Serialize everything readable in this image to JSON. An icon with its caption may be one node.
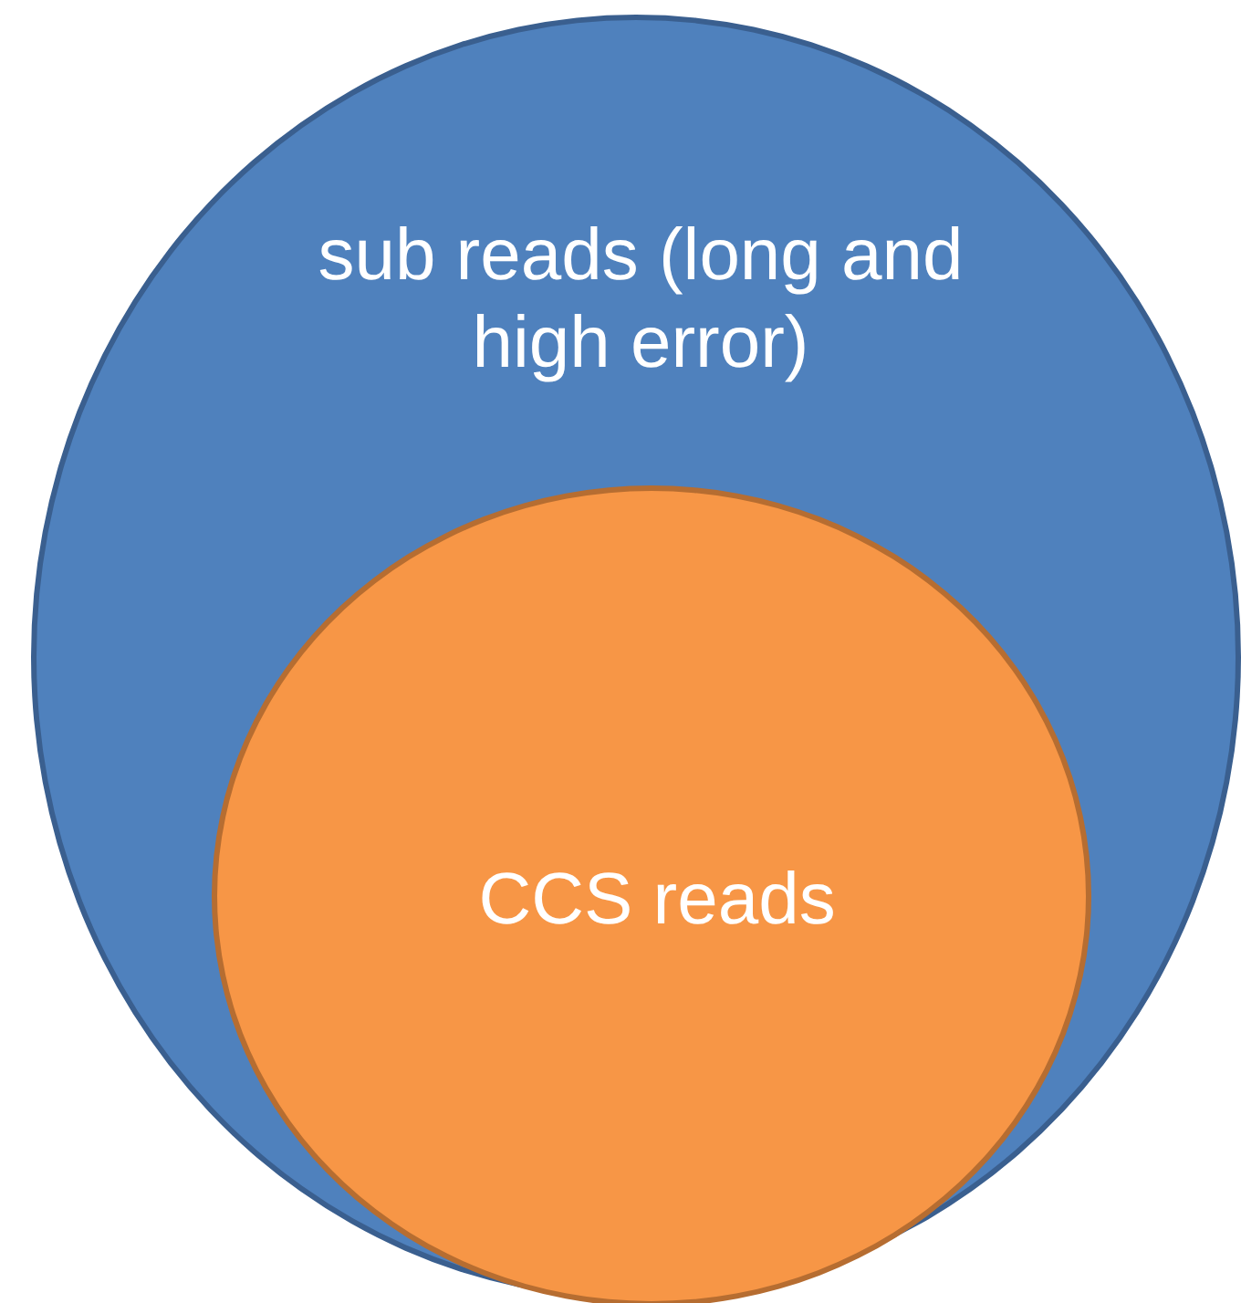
{
  "diagram": {
    "nodes": [
      {
        "text": [
          "sub reads (long and high error)"
        ]
      },
      {
        "text": [
          "CCS reads"
        ],
        "in": 0
      }
    ]
  }
}
